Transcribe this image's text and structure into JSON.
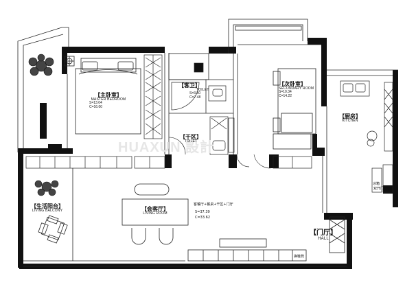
{
  "rooms": {
    "master_bedroom": {
      "zh": "【主卧室】",
      "en": "MASTER BEDROOM",
      "s": "S=13.04",
      "c": "C=16.00"
    },
    "guest_toilet": {
      "zh": "【客卫】",
      "en": "TOILET",
      "s": "S=3.50",
      "c": "C=7.48"
    },
    "dry_area": {
      "zh": "【干区】",
      "en": "TOILET"
    },
    "secondary_bedroom": {
      "zh": "【次卧室】",
      "en": "SECONDARY ROOM",
      "s": "S=10.34",
      "c": "C=14.22"
    },
    "kitchen": {
      "zh": "【厨房】",
      "en": "KITCHEN"
    },
    "living_balcony": {
      "zh": "【生活阳台】",
      "en": "LIVING BALCONY"
    },
    "living_room": {
      "zh": "【会客厅】",
      "en": "LIVING ROOM",
      "s": "S=37.39",
      "c": "C=33.62"
    },
    "hall": {
      "zh": "【门厅】",
      "en": "HALL"
    }
  },
  "notes": {
    "living_note": "客餐厅+餐桌+干区+门厅",
    "fridge_label": "冰箱",
    "appliance_label": "双开门冰箱",
    "shoe_cabinet_label": "换鞋凳"
  },
  "watermark": "HUAXUN 設計"
}
